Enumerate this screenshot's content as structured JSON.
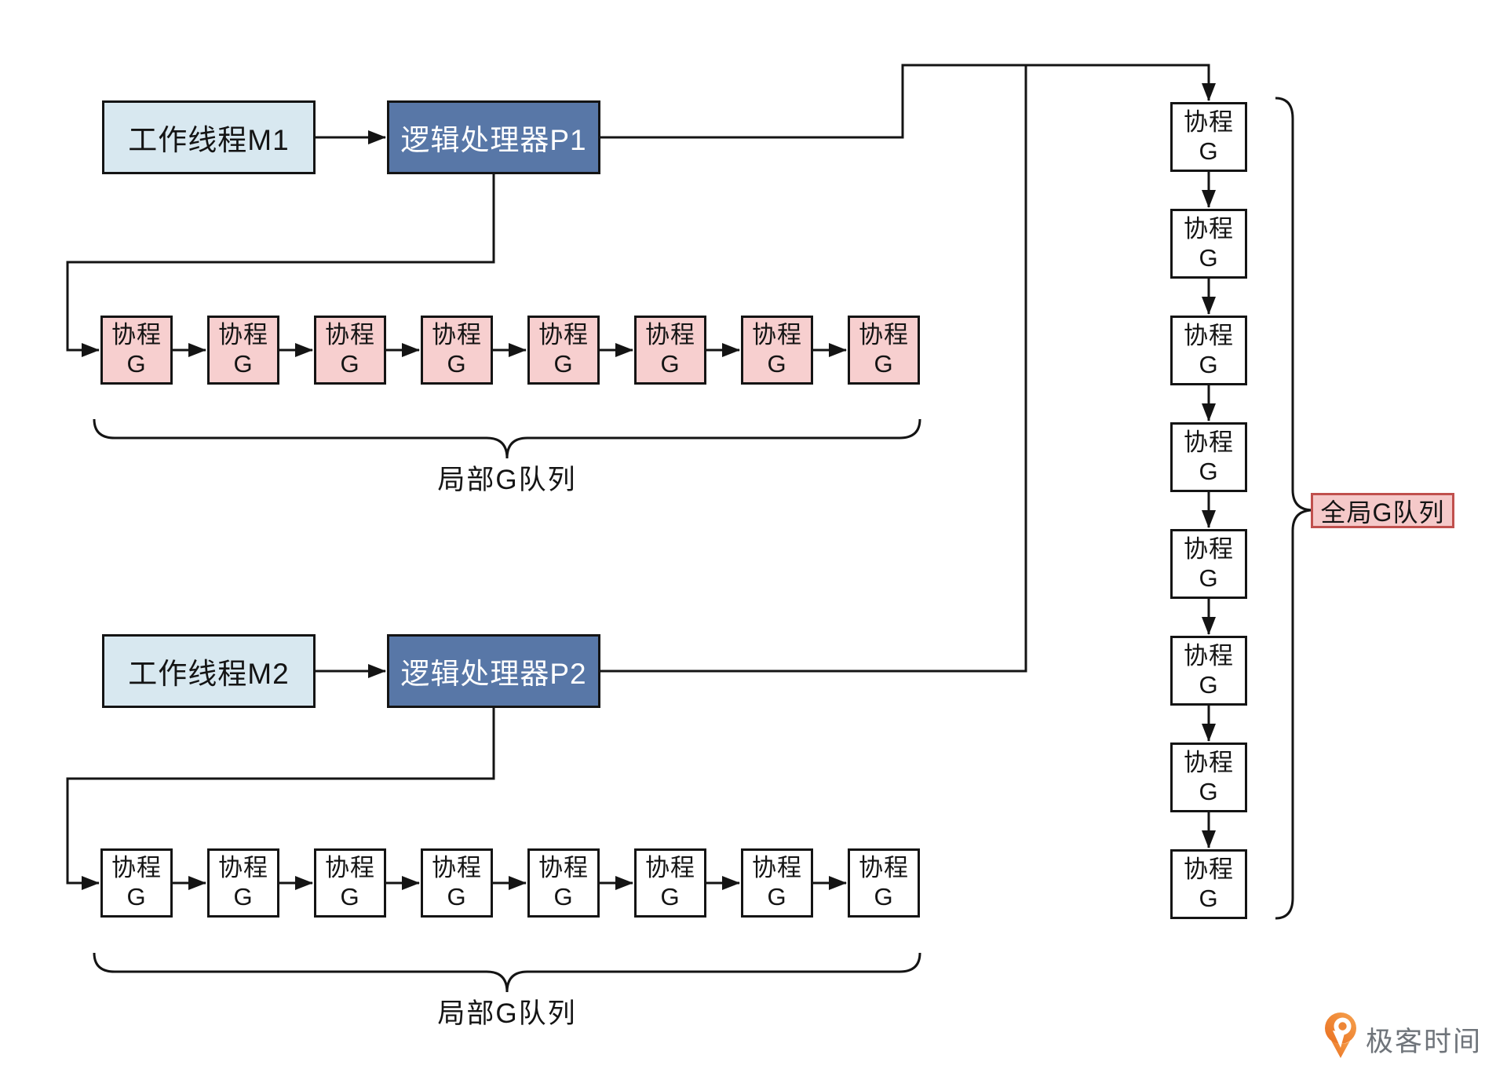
{
  "nodes": {
    "worker_thread_m1": "工作线程M1",
    "processor_p1": "逻辑处理器P1",
    "worker_thread_m2": "工作线程M2",
    "processor_p2": "逻辑处理器P2"
  },
  "g_box": {
    "line1": "协程",
    "line2": "G"
  },
  "queues": {
    "local1": {
      "label": "局部G队列",
      "items": [
        "协程G",
        "协程G",
        "协程G",
        "协程G",
        "协程G",
        "协程G",
        "协程G",
        "协程G"
      ]
    },
    "local2": {
      "label": "局部G队列",
      "items": [
        "协程G",
        "协程G",
        "协程G",
        "协程G",
        "协程G",
        "协程G",
        "协程G",
        "协程G"
      ]
    },
    "global": {
      "label": "全局G队列",
      "items": [
        "协程G",
        "协程G",
        "协程G",
        "协程G",
        "协程G",
        "协程G",
        "协程G",
        "协程G"
      ]
    }
  },
  "logo": {
    "brand": "极客时间"
  },
  "colors": {
    "worker_fill": "#d8e8f0",
    "processor_fill": "#5877a7",
    "local1_g_fill": "#f7cfcf",
    "local2_g_fill": "#ffffff",
    "global_g_fill": "#ffffff",
    "global_label_fill": "#f5c9c9",
    "global_label_border": "#c0504d",
    "line": "#141414",
    "logo_orange": "#ee7e2d",
    "logo_text": "#6f747a"
  }
}
